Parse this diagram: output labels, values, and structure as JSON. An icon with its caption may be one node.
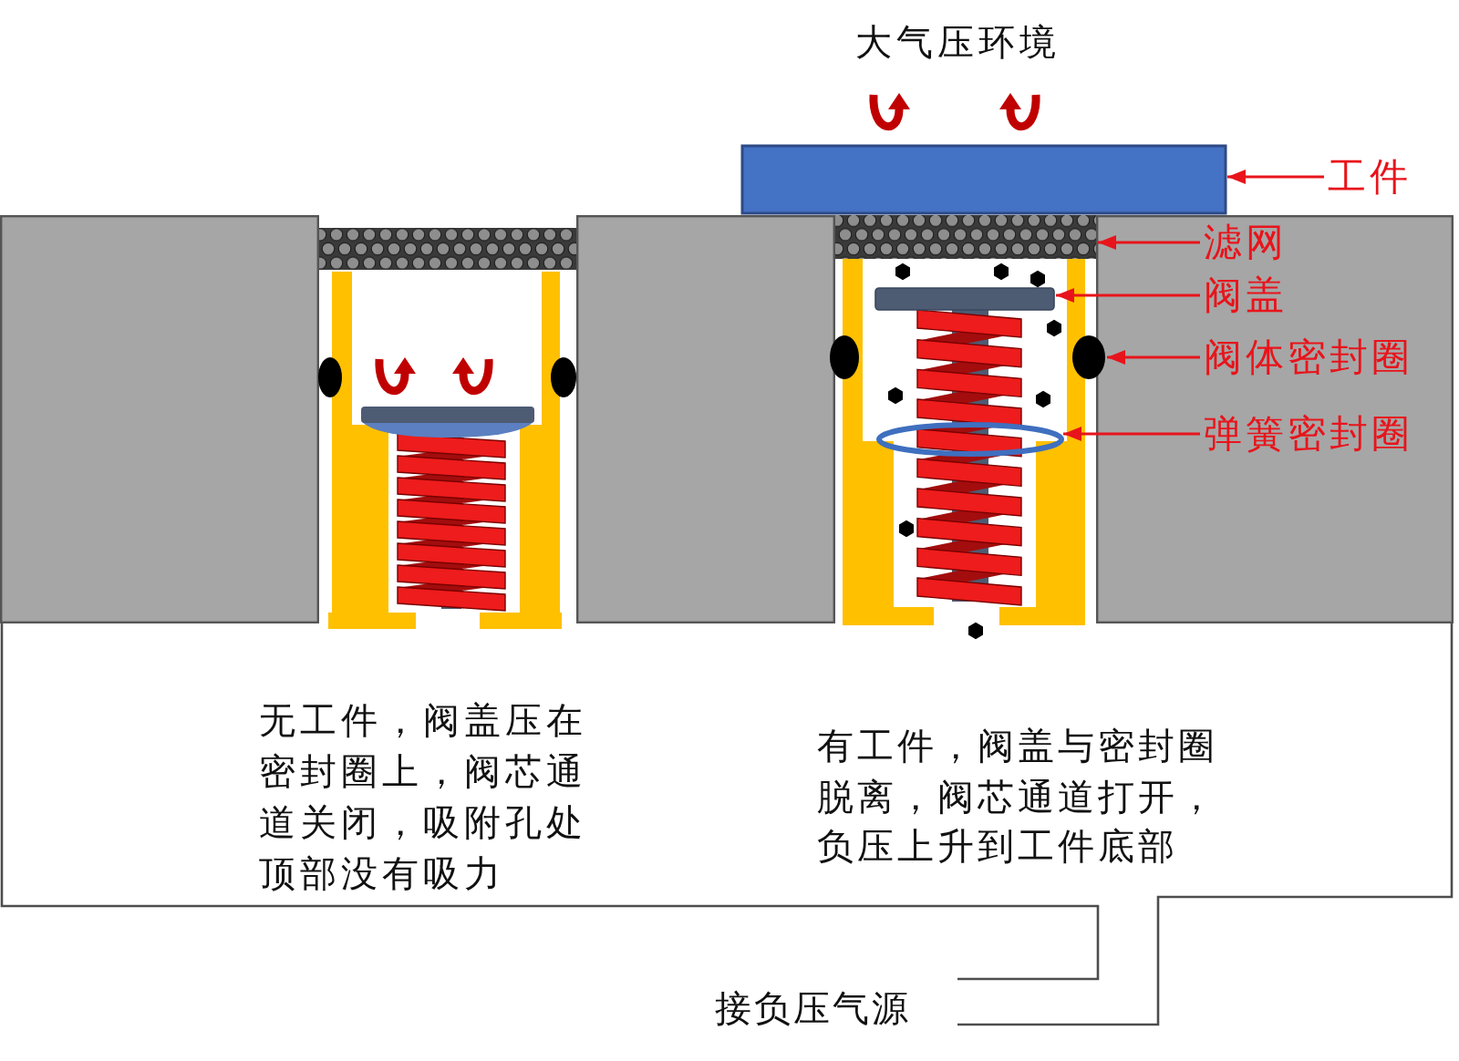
{
  "diagram": {
    "nodes": [
      {
        "text": [
          "工件"
        ]
      },
      {
        "text": [],
        "shape": "bar"
      },
      {
        "text": [
          "滤网"
        ]
      },
      {
        "text": [],
        "shape": "bar"
      },
      {
        "text": [
          "阀盖"
        ]
      },
      {
        "text": [],
        "shape": "bar"
      },
      {
        "text": [
          "阀体密封圈"
        ]
      },
      {
        "text": [],
        "shape": "circle"
      },
      {
        "text": [
          "弹簧密封圈"
        ]
      },
      {
        "text": [],
        "shape": "ring"
      },
      {
        "text": [],
        "shape": "bar"
      },
      {
        "text": [],
        "shape": "circle"
      },
      {
        "text": [],
        "shape": "circle"
      },
      {
        "text": [],
        "shape": "circle"
      },
      {
        "text": [],
        "shape": "bar"
      }
    ],
    "edges": [
      {
        "from": 0,
        "to": 1,
        "arrow": "to"
      },
      {
        "from": 2,
        "to": 3,
        "arrow": "to"
      },
      {
        "from": 4,
        "to": 5,
        "arrow": "to"
      },
      {
        "from": 6,
        "to": 7,
        "arrow": "to"
      },
      {
        "from": 8,
        "to": 9,
        "arrow": "to"
      }
    ],
    "labels": [
      "大气压环境",
      "无工件，阀盖压在密封圈上，阀芯通道关闭，吸附孔处顶部没有吸力",
      "有工件，阀盖与密封圈脱离，阀芯通道打开，负压上升到工件底部",
      "接负压气源"
    ]
  }
}
